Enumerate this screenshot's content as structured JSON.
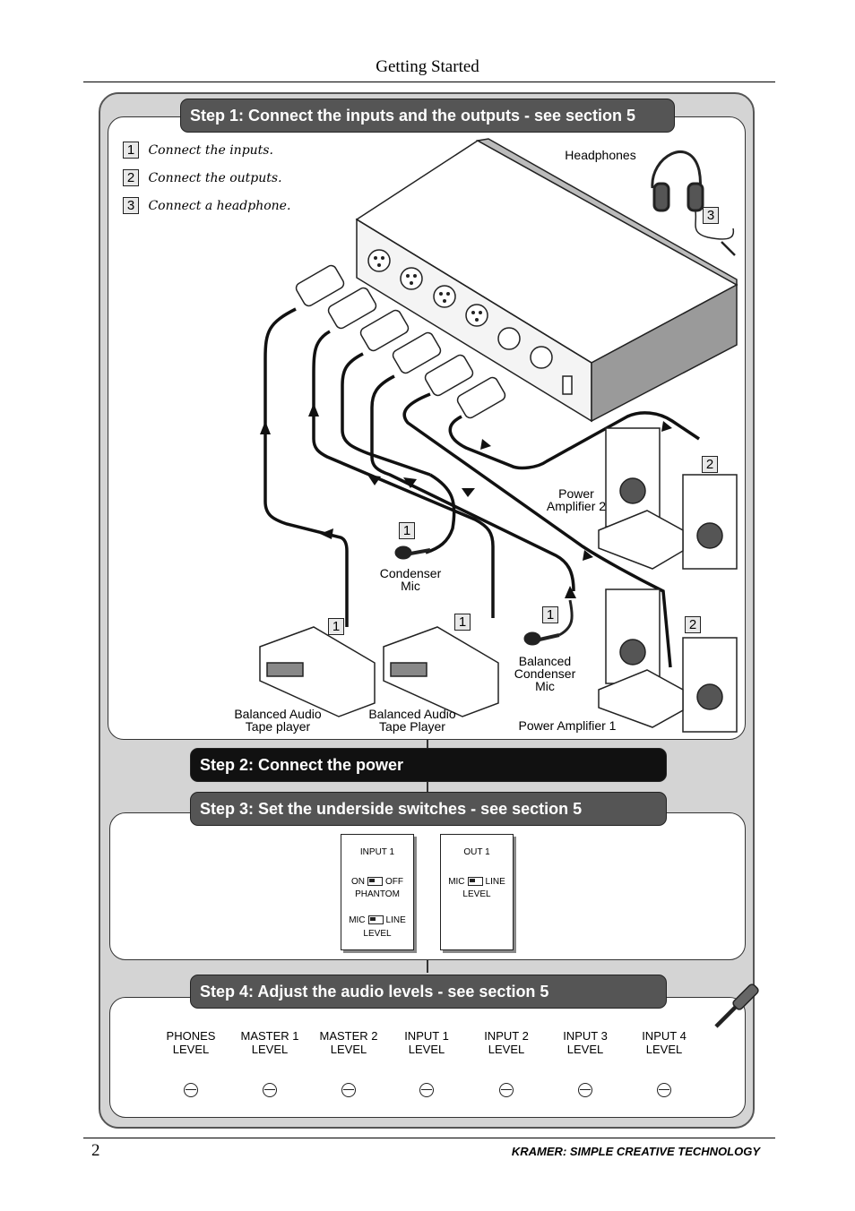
{
  "header": {
    "title": "Getting Started"
  },
  "footer": {
    "page_number": "2",
    "brand": "KRAMER:  SIMPLE CREATIVE TECHNOLOGY"
  },
  "steps": {
    "step1": "Step 1: Connect the inputs and the outputs - see section 5",
    "step2": "Step 2: Connect the power",
    "step3": "Step 3: Set the underside switches - see section 5",
    "step4": "Step 4: Adjust the audio levels  - see section 5"
  },
  "legend": [
    {
      "num": "1",
      "text": "Connect the inputs."
    },
    {
      "num": "2",
      "text": "Connect the outputs."
    },
    {
      "num": "3",
      "text": "Connect a headphone."
    }
  ],
  "devices": {
    "headphones": "Headphones",
    "power_amp_2": "Power Amplifier 2",
    "condenser_mic": "Condenser Mic",
    "balanced_mic": "Balanced Condenser Mic",
    "tape_player_1": "Balanced Audio Tape player",
    "tape_player_2": "Balanced Audio Tape Player",
    "power_amp_1": "Power Amplifier 1"
  },
  "callouts": {
    "c1": "1",
    "c2": "2",
    "c3": "3"
  },
  "switches": {
    "input1": {
      "title": "INPUT 1",
      "on": "ON",
      "off": "OFF",
      "phantom": "PHANTOM",
      "mic": "MIC",
      "line": "LINE",
      "level": "LEVEL"
    },
    "out1": {
      "title": "OUT 1",
      "mic": "MIC",
      "line": "LINE",
      "level": "LEVEL"
    }
  },
  "levels": [
    {
      "top": "PHONES",
      "bottom": "LEVEL"
    },
    {
      "top": "MASTER 1",
      "bottom": "LEVEL"
    },
    {
      "top": "MASTER 2",
      "bottom": "LEVEL"
    },
    {
      "top": "INPUT 1",
      "bottom": "LEVEL"
    },
    {
      "top": "INPUT 2",
      "bottom": "LEVEL"
    },
    {
      "top": "INPUT 3",
      "bottom": "LEVEL"
    },
    {
      "top": "INPUT 4",
      "bottom": "LEVEL"
    }
  ]
}
